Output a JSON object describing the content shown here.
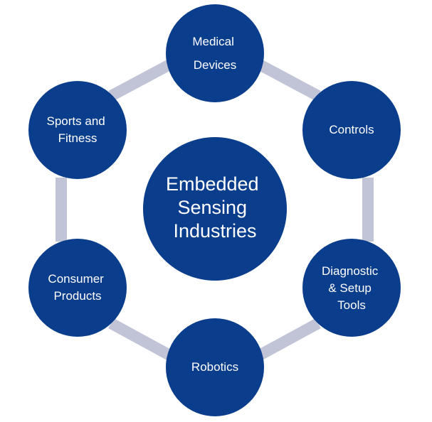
{
  "diagram": {
    "center": {
      "lines": [
        "Embedded",
        "Sensing",
        "Industries"
      ]
    },
    "nodes": [
      {
        "id": "medical-devices",
        "lines": [
          "Medical",
          "Devices"
        ]
      },
      {
        "id": "controls",
        "lines": [
          "Controls"
        ]
      },
      {
        "id": "diagnostic-setup-tools",
        "lines": [
          "Diagnostic",
          "& Setup",
          "Tools"
        ]
      },
      {
        "id": "robotics",
        "lines": [
          "Robotics"
        ]
      },
      {
        "id": "consumer-products",
        "lines": [
          "Consumer",
          "Products"
        ]
      },
      {
        "id": "sports-and-fitness",
        "lines": [
          "Sports and",
          "Fitness"
        ]
      }
    ],
    "colors": {
      "node_fill": "#0a3d8c",
      "ring": "#c1c4d6",
      "text": "#ffffff",
      "background": "#ffffff"
    }
  }
}
